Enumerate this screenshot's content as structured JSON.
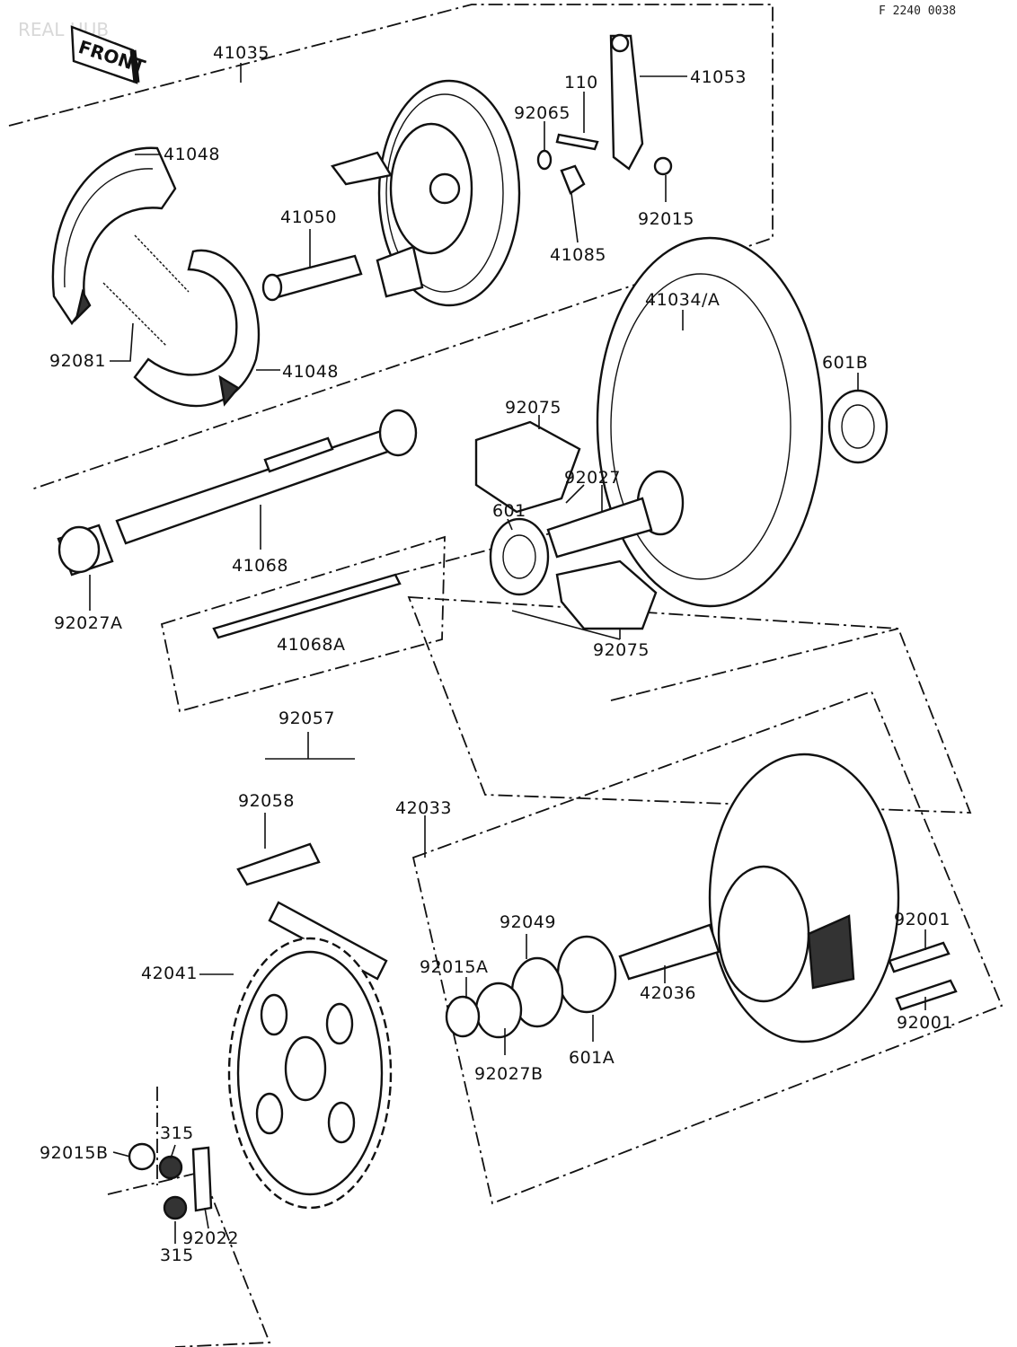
{
  "header": {
    "watermark": "REAL HUB",
    "drawing_code": "F 2240 0038",
    "front_marker": "FRONT"
  },
  "labels": {
    "p41035": "41035",
    "p41048a": "41048",
    "p41048b": "41048",
    "p41050": "41050",
    "p92081": "92081",
    "p110": "110",
    "p41053": "41053",
    "p92065": "92065",
    "p92015": "92015",
    "p41085": "41085",
    "p41034": "41034/A",
    "p601B": "601B",
    "p92075a": "92075",
    "p92027": "92027",
    "p601": "601",
    "p92075b": "92075",
    "p41068": "41068",
    "p92027A": "92027A",
    "p41068A": "41068A",
    "p92057": "92057",
    "p92058": "92058",
    "p42033": "42033",
    "p42041": "42041",
    "p92049": "92049",
    "p92015A": "92015A",
    "p42036": "42036",
    "p92027B": "92027B",
    "p601A": "601A",
    "p92001a": "92001",
    "p92001b": "92001",
    "p92015B": "92015B",
    "p315a": "315",
    "p315b": "315",
    "p92022": "92022"
  }
}
